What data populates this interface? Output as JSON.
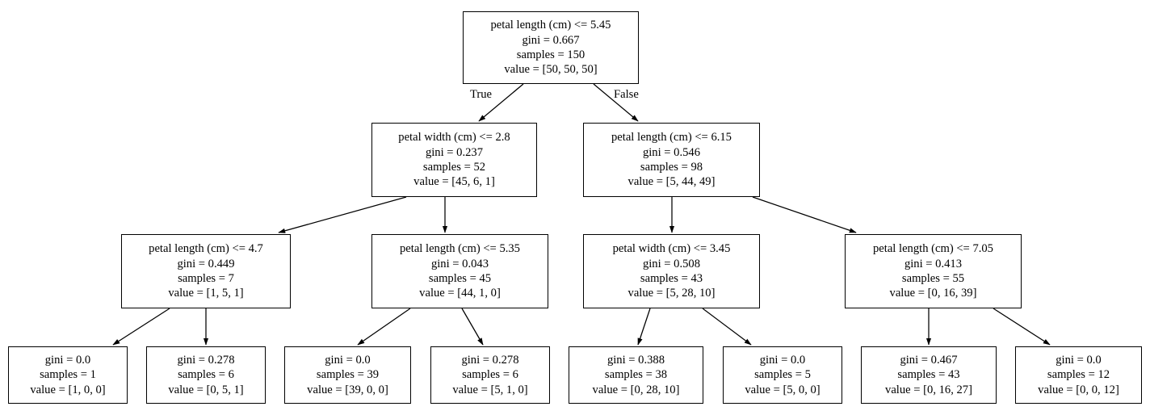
{
  "diagram": {
    "kind": "decision-tree",
    "title": "",
    "background_color": "#ffffff",
    "node_fill": "#ffffff",
    "node_border": "#000000",
    "edge_color": "#000000",
    "text_color": "#000000"
  },
  "edge_labels": {
    "true": "True",
    "false": "False"
  },
  "nodes": [
    {
      "id": "n0",
      "role": "root",
      "condition": "petal length (cm) <= 5.45",
      "gini": "gini = 0.667",
      "samples": "samples = 150",
      "value": "value = [50, 50, 50]"
    },
    {
      "id": "n1",
      "role": "internal",
      "condition": "petal width (cm) <= 2.8",
      "gini": "gini = 0.237",
      "samples": "samples = 52",
      "value": "value = [45, 6, 1]"
    },
    {
      "id": "n2",
      "role": "internal",
      "condition": "petal length (cm) <= 6.15",
      "gini": "gini = 0.546",
      "samples": "samples = 98",
      "value": "value = [5, 44, 49]"
    },
    {
      "id": "n3",
      "role": "internal",
      "condition": "petal length (cm) <= 4.7",
      "gini": "gini = 0.449",
      "samples": "samples = 7",
      "value": "value = [1, 5, 1]"
    },
    {
      "id": "n4",
      "role": "internal",
      "condition": "petal length (cm) <= 5.35",
      "gini": "gini = 0.043",
      "samples": "samples = 45",
      "value": "value = [44, 1, 0]"
    },
    {
      "id": "n5",
      "role": "internal",
      "condition": "petal width (cm) <= 3.45",
      "gini": "gini = 0.508",
      "samples": "samples = 43",
      "value": "value = [5, 28, 10]"
    },
    {
      "id": "n6",
      "role": "internal",
      "condition": "petal length (cm) <= 7.05",
      "gini": "gini = 0.413",
      "samples": "samples = 55",
      "value": "value = [0, 16, 39]"
    },
    {
      "id": "n7",
      "role": "leaf",
      "condition": "",
      "gini": "gini = 0.0",
      "samples": "samples = 1",
      "value": "value = [1, 0, 0]"
    },
    {
      "id": "n8",
      "role": "leaf",
      "condition": "",
      "gini": "gini = 0.278",
      "samples": "samples = 6",
      "value": "value = [0, 5, 1]"
    },
    {
      "id": "n9",
      "role": "leaf",
      "condition": "",
      "gini": "gini = 0.0",
      "samples": "samples = 39",
      "value": "value = [39, 0, 0]"
    },
    {
      "id": "n10",
      "role": "leaf",
      "condition": "",
      "gini": "gini = 0.278",
      "samples": "samples = 6",
      "value": "value = [5, 1, 0]"
    },
    {
      "id": "n11",
      "role": "leaf",
      "condition": "",
      "gini": "gini = 0.388",
      "samples": "samples = 38",
      "value": "value = [0, 28, 10]"
    },
    {
      "id": "n12",
      "role": "leaf",
      "condition": "",
      "gini": "gini = 0.0",
      "samples": "samples = 5",
      "value": "value = [5, 0, 0]"
    },
    {
      "id": "n13",
      "role": "leaf",
      "condition": "",
      "gini": "gini = 0.467",
      "samples": "samples = 43",
      "value": "value = [0, 16, 27]"
    },
    {
      "id": "n14",
      "role": "leaf",
      "condition": "",
      "gini": "gini = 0.0",
      "samples": "samples = 12",
      "value": "value = [0, 0, 12]"
    }
  ]
}
